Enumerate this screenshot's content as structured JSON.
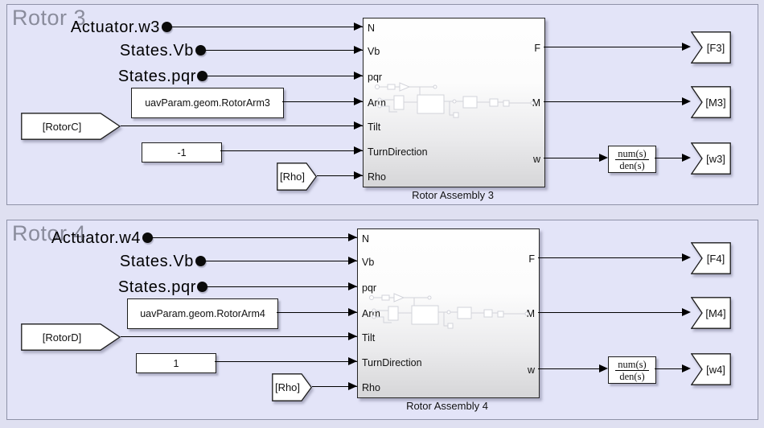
{
  "colors": {
    "canvas_bg": "#dfe0f1",
    "area_bg": "#e3e4f8",
    "area_border": "#8f92a8",
    "title_gray": "#8a8c9c",
    "wire": "#000000",
    "block_fill": "#ffffff",
    "block_border": "#1c1c1c"
  },
  "sections": [
    {
      "title": "Rotor 3",
      "signals": [
        "Actuator.w3",
        "States.Vb",
        "States.pqr"
      ],
      "param_block": "uavParam.geom.RotorArm3",
      "from_tags": {
        "tilt": "[RotorC]",
        "rho": "[Rho]"
      },
      "constant": "-1",
      "assembly": {
        "caption": "Rotor Assembly 3",
        "inputs": [
          "N",
          "Vb",
          "pqr",
          "Arm",
          "Tilt",
          "TurnDirection",
          "Rho"
        ],
        "outputs": [
          "F",
          "M",
          "w"
        ]
      },
      "transfer_fcn": {
        "num": "num(s)",
        "den": "den(s)"
      },
      "goto_tags": [
        "[F3]",
        "[M3]",
        "[w3]"
      ]
    },
    {
      "title": "Rotor 4",
      "signals": [
        "Actuator.w4",
        "States.Vb",
        "States.pqr"
      ],
      "param_block": "uavParam.geom.RotorArm4",
      "from_tags": {
        "tilt": "[RotorD]",
        "rho": "[Rho]"
      },
      "constant": "1",
      "assembly": {
        "caption": "Rotor Assembly 4",
        "inputs": [
          "N",
          "Vb",
          "pqr",
          "Arm",
          "Tilt",
          "TurnDirection",
          "Rho"
        ],
        "outputs": [
          "F",
          "M",
          "w"
        ]
      },
      "transfer_fcn": {
        "num": "num(s)",
        "den": "den(s)"
      },
      "goto_tags": [
        "[F4]",
        "[M4]",
        "[w4]"
      ]
    }
  ]
}
